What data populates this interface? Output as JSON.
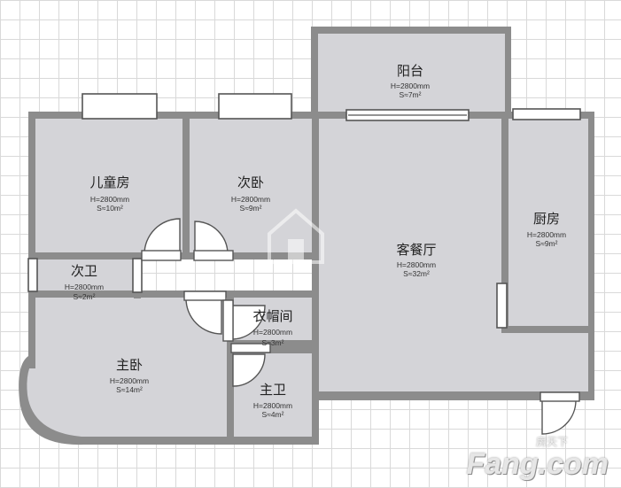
{
  "rooms": [
    {
      "name": "阳台",
      "height": "H=2800mm",
      "area": "S≈7m²"
    },
    {
      "name": "儿童房",
      "height": "H=2800mm",
      "area": "S≈10m²"
    },
    {
      "name": "次卧",
      "height": "H=2800mm",
      "area": "S≈9m²"
    },
    {
      "name": "客餐厅",
      "height": "H=2800mm",
      "area": "S≈32m²"
    },
    {
      "name": "厨房",
      "height": "H=2800mm",
      "area": "S≈9m²"
    },
    {
      "name": "次卫",
      "height": "H=2800mm",
      "area": "S≈2m²"
    },
    {
      "name": "衣帽间",
      "height": "H=2800mm",
      "area": "S≈3m²"
    },
    {
      "name": "主卧",
      "height": "H=2800mm",
      "area": "S≈14m²"
    },
    {
      "name": "主卫",
      "height": "H=2800mm",
      "area": "S≈4m²"
    }
  ],
  "watermark": {
    "brand": "Fang.com",
    "brand_cn": "房天下"
  },
  "colors": {
    "wall": "#8c8c8c",
    "floor": "#d4d4d8",
    "grid": "#d9d9d9",
    "window": "#ffffff"
  }
}
